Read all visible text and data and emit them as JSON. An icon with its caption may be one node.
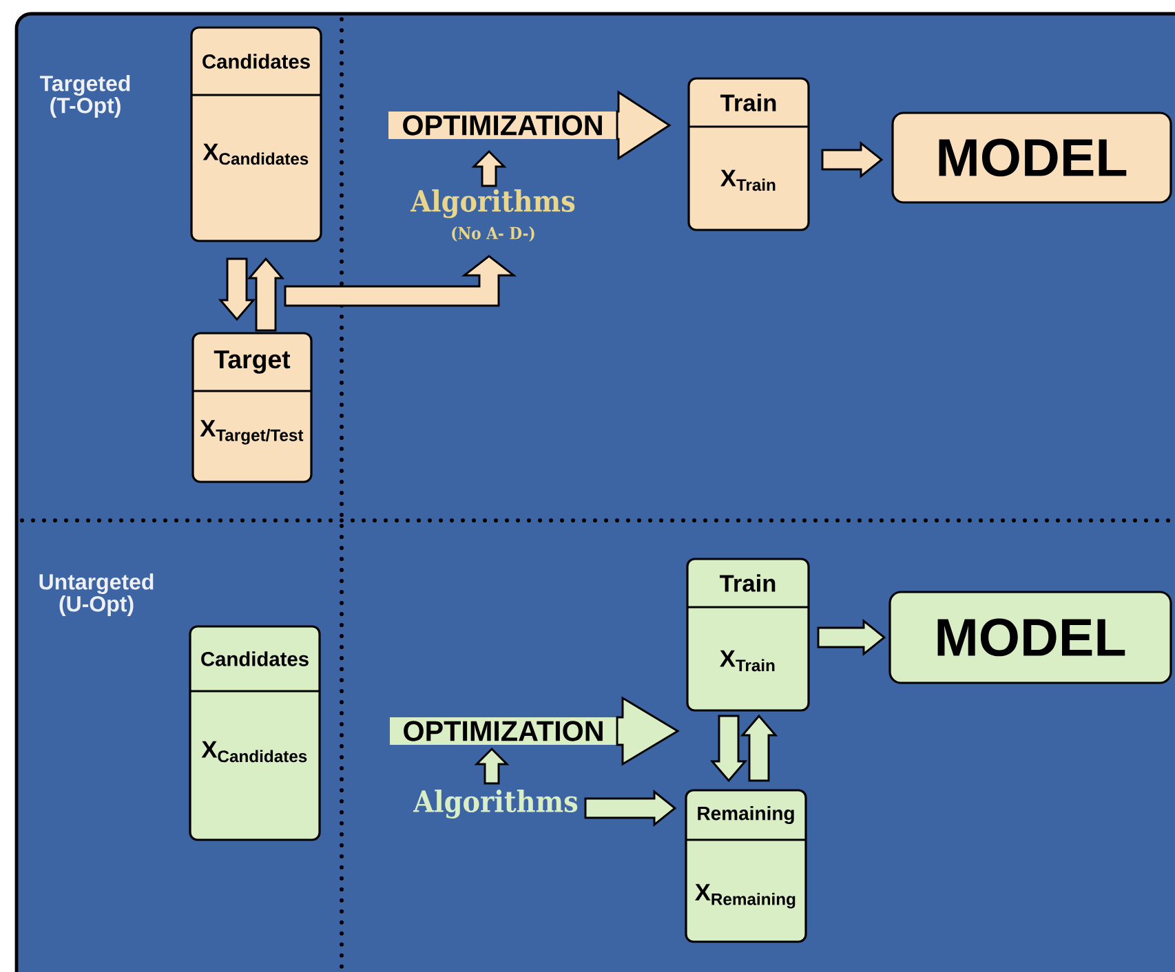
{
  "diagram": {
    "nodes": [
      {
        "text": [
          "Candidates",
          "\\textbf{X}_{\\text{Candidates}}"
        ]
      },
      {
        "text": [
          "Target",
          "\\textbf{X}_{\\text{Target/Test}}"
        ]
      },
      {
        "text": [
          "OPTIMIZATION"
        ]
      },
      {
        "text": [
          "Algorithms",
          "(No A- D-)"
        ]
      },
      {
        "text": [
          "Train",
          "\\textbf{X}_{\\text{Train}}"
        ]
      },
      {
        "text": [
          "MODEL"
        ]
      },
      {
        "text": [
          "Candidates",
          "\\textbf{X}_{\\text{Candidates}}"
        ]
      },
      {
        "text": [
          "OPTIMIZATION"
        ]
      },
      {
        "text": [
          "Algorithms"
        ]
      },
      {
        "text": [
          "Train",
          "\\textbf{X}_{\\text{Train}}"
        ]
      },
      {
        "text": [
          "Remaining",
          "\\textbf{X}_{\\text{Remaining}}"
        ]
      },
      {
        "text": [
          "MODEL"
        ]
      }
    ],
    "edges": [
      {
        "from": 0,
        "to": 1,
        "arrow": "to"
      },
      {
        "from": 1,
        "to": 0,
        "arrow": "to"
      },
      {
        "from": 1,
        "to": 3,
        "arrow": "to"
      },
      {
        "from": 3,
        "to": 2,
        "arrow": "to"
      },
      {
        "from": 2,
        "to": 4,
        "arrow": "to"
      },
      {
        "from": 4,
        "to": 5,
        "arrow": "to"
      },
      {
        "from": 9,
        "to": 10,
        "arrow": "to"
      },
      {
        "from": 10,
        "to": 9,
        "arrow": "to"
      },
      {
        "from": 8,
        "to": 7,
        "arrow": "to"
      },
      {
        "from": 8,
        "to": 10,
        "arrow": "to"
      },
      {
        "from": 7,
        "to": 9,
        "arrow": "to"
      },
      {
        "from": 9,
        "to": 11,
        "arrow": "to"
      }
    ],
    "labels": [
      "Targeted (T-Opt)",
      "Untargeted (U-Opt)"
    ]
  }
}
